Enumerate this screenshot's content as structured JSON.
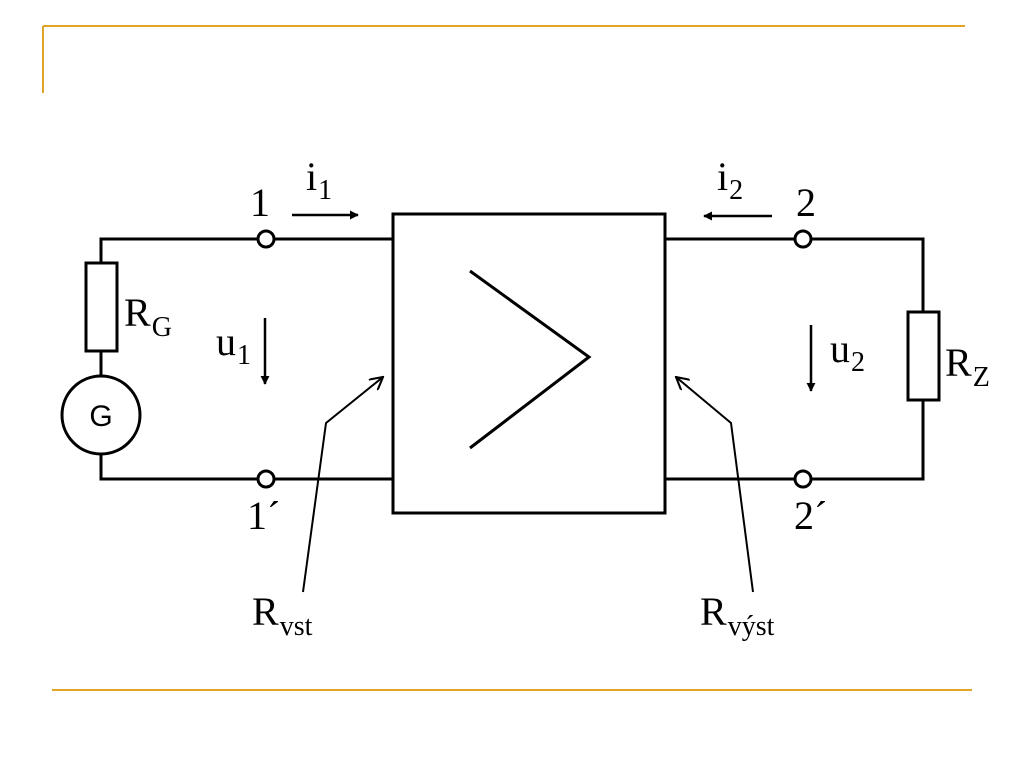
{
  "colors": {
    "accent": "#E0A526",
    "line": "#000000",
    "background": "#FFFFFF"
  },
  "terminals": {
    "in_top": "1",
    "in_bottom": "1´",
    "out_top": "2",
    "out_bottom": "2´"
  },
  "currents": {
    "i1": {
      "main": "i",
      "sub": "1"
    },
    "i2": {
      "main": "i",
      "sub": "2"
    }
  },
  "voltages": {
    "u1": {
      "main": "u",
      "sub": "1"
    },
    "u2": {
      "main": "u",
      "sub": "2"
    }
  },
  "resistors": {
    "rg": {
      "main": "R",
      "sub": "G"
    },
    "rz": {
      "main": "R",
      "sub": "Z"
    },
    "rvst": {
      "main": "R",
      "sub": "vst"
    },
    "rvyst": {
      "main": "R",
      "sub": "výst"
    }
  },
  "generator": {
    "label": "G"
  },
  "icons": {
    "amplifier": "triangle-amplifier-icon",
    "generator": "circle-generator-icon"
  }
}
